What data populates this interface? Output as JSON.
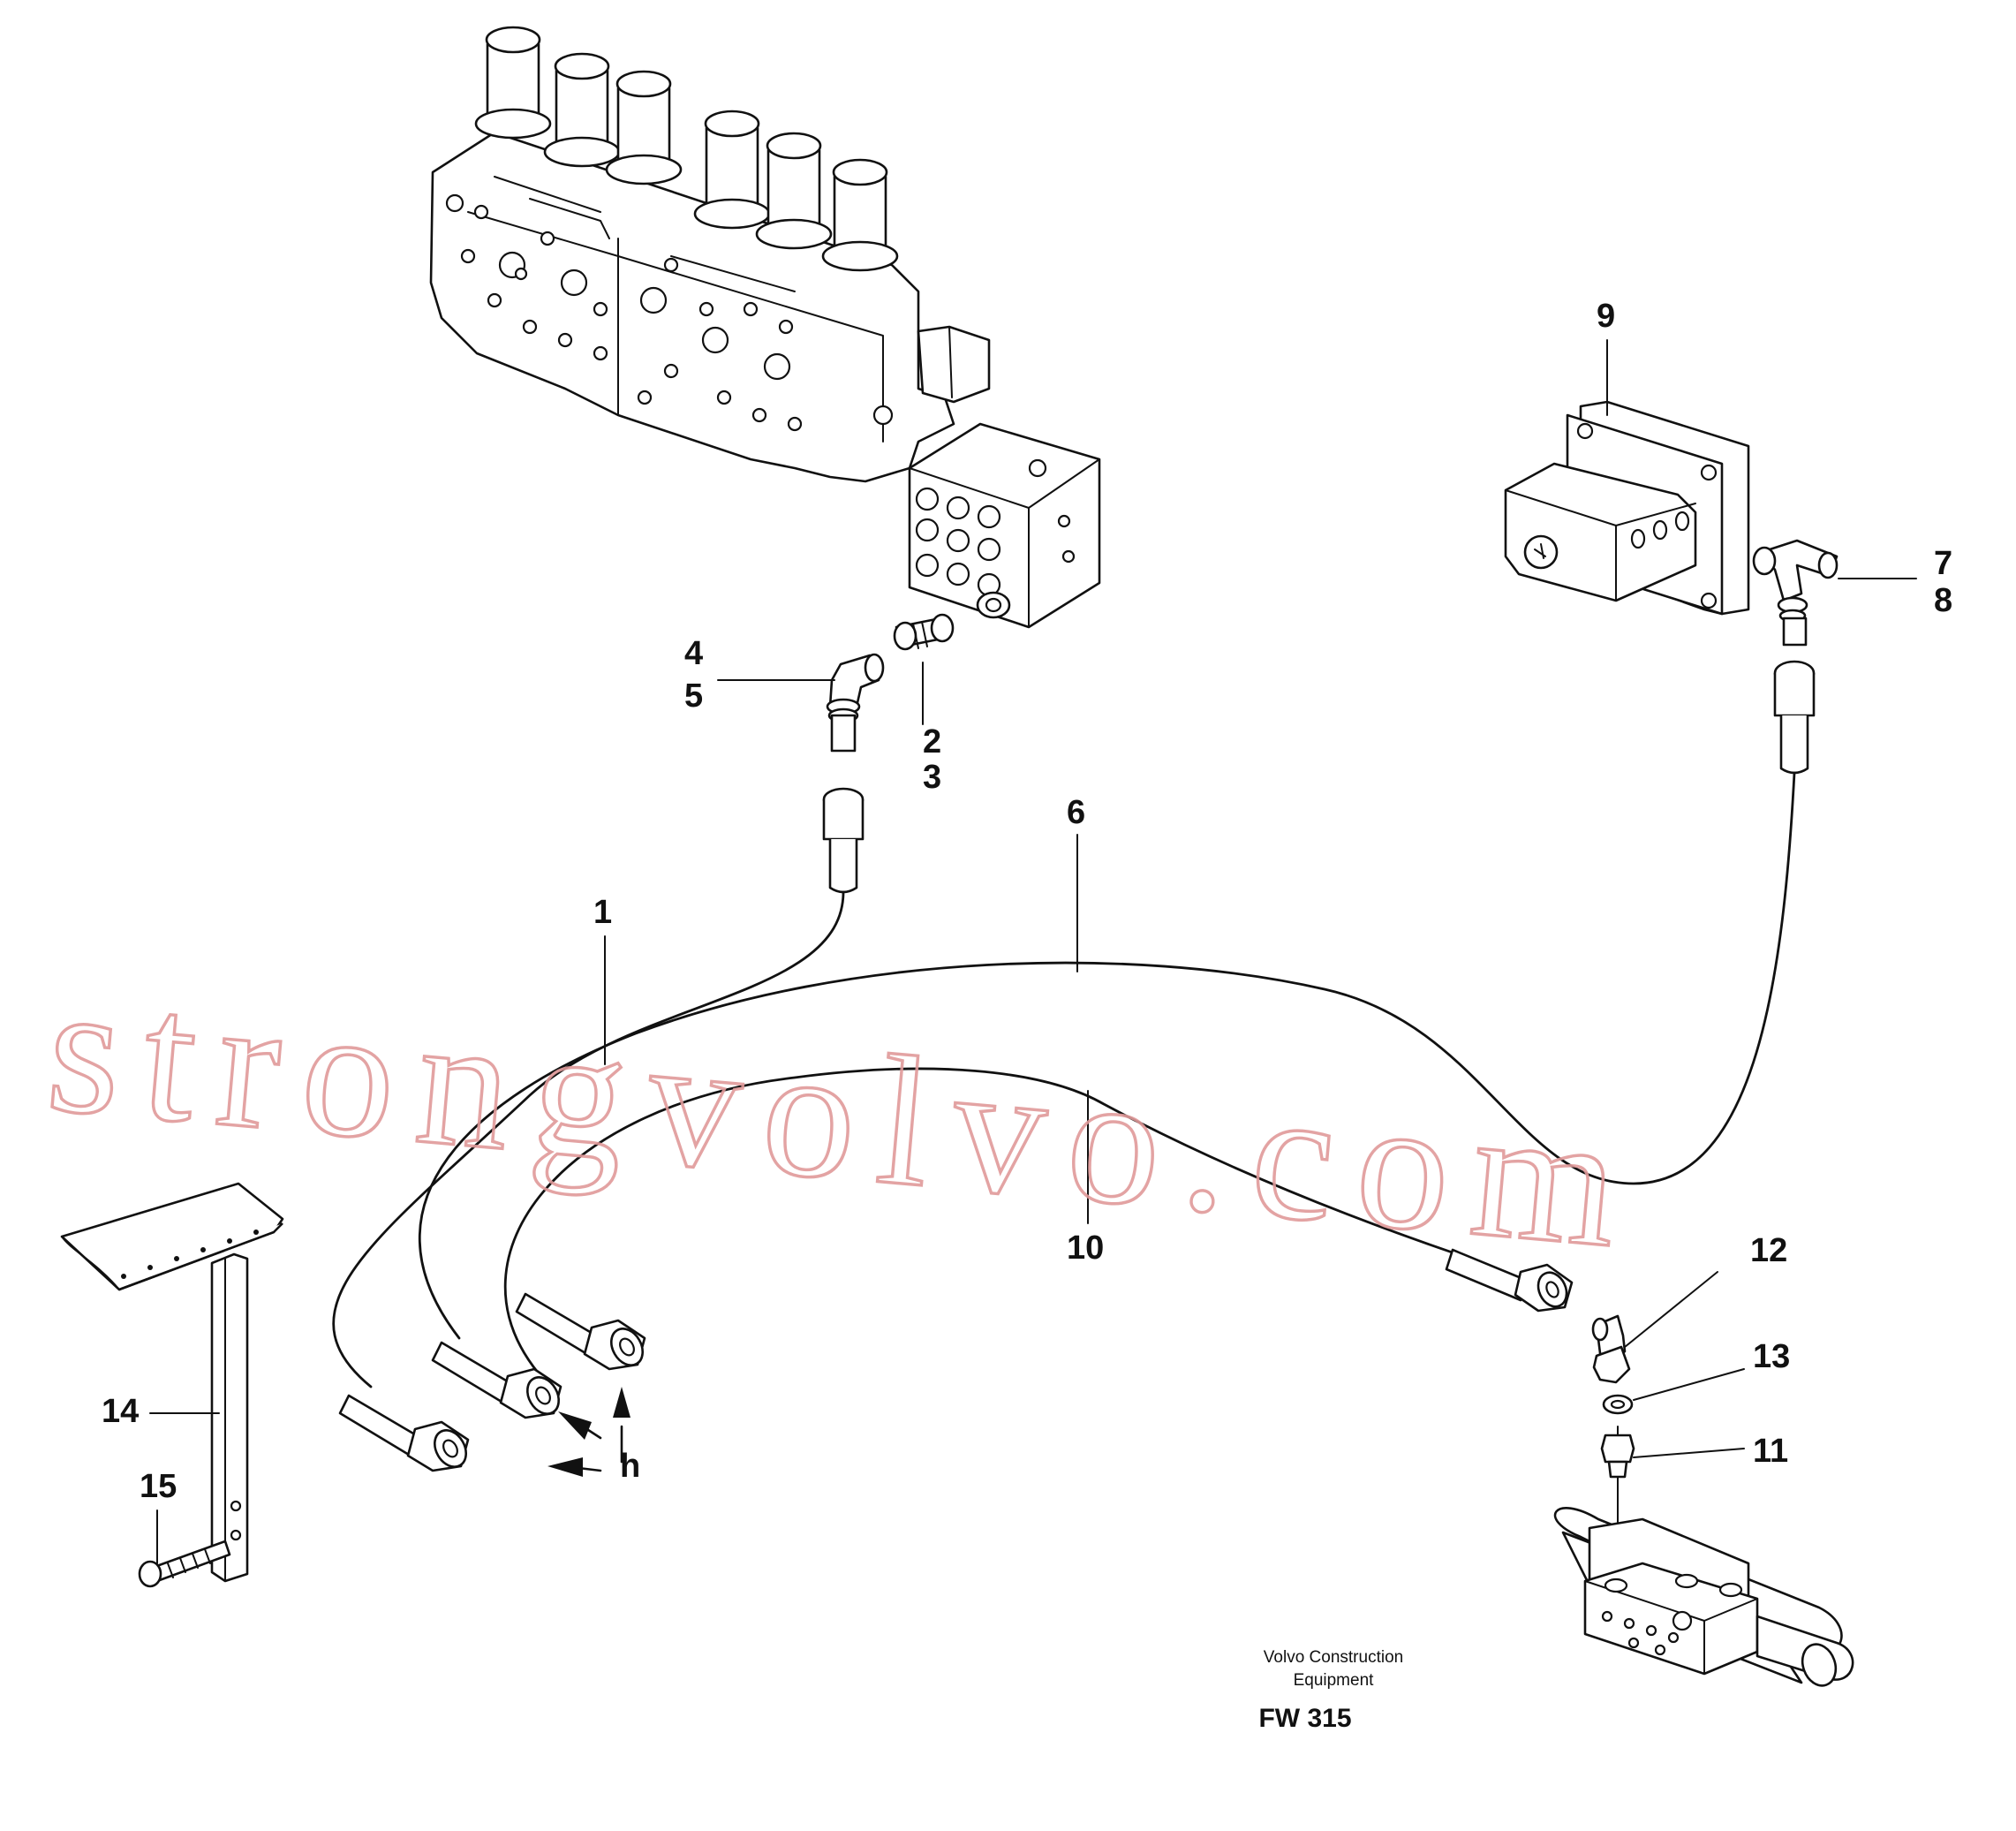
{
  "callouts": {
    "c1": "1",
    "c2": "2",
    "c3": "3",
    "c4": "4",
    "c5": "5",
    "c6": "6",
    "c7": "7",
    "c8": "8",
    "c9": "9",
    "c10": "10",
    "c11": "11",
    "c12": "12",
    "c13": "13",
    "c14": "14",
    "c15": "15"
  },
  "view_marker": "h",
  "footer": {
    "company_line1": "Volvo Construction",
    "company_line2": "Equipment",
    "drawing_code": "FW 315"
  },
  "watermark": "strongvolvo.com"
}
